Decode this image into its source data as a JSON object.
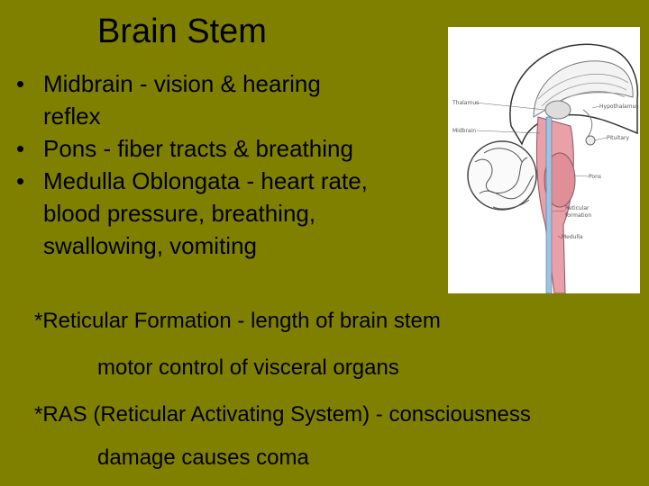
{
  "slide": {
    "title": "Brain Stem",
    "bullets": [
      {
        "bullet": "•",
        "lines": [
          "Midbrain - vision & hearing",
          "reflex"
        ]
      },
      {
        "bullet": "•",
        "lines": [
          "Pons - fiber tracts & breathing"
        ]
      },
      {
        "bullet": "•",
        "lines": [
          "Medulla Oblongata - heart rate,",
          "blood pressure, breathing,",
          "swallowing, vomiting"
        ]
      }
    ],
    "notes": [
      "*Reticular Formation - length of brain stem",
      "motor control of visceral organs",
      "*RAS (Reticular Activating System) - consciousness",
      "damage causes coma"
    ]
  },
  "diagram": {
    "labels": {
      "thalamus": "Thalamus",
      "hypothalamus": "Hypothalamus",
      "midbrain": "Midbrain",
      "pituitary": "Pituitary",
      "pons": "Pons",
      "reticular": [
        "Reticular",
        "formation"
      ],
      "medulla": "Medulla"
    }
  },
  "colors": {
    "background": "#808000",
    "text": "#000000",
    "diagram_pink": "#e9a0a8",
    "diagram_blue": "#9fc3e0"
  }
}
